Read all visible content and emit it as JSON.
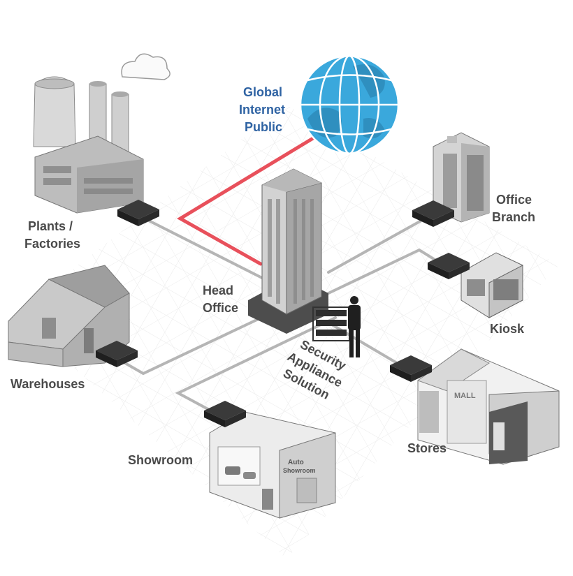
{
  "colors": {
    "label_dark": "#4a4a4a",
    "label_blue": "#2f63a3",
    "internet_link": "#e8505b",
    "network_link": "#b5b5b5",
    "globe_blue": "#3aa8dc",
    "globe_land": "#2f8fbf"
  },
  "labels": {
    "global_internet": [
      "Global",
      "Internet",
      "Public"
    ],
    "plants": [
      "Plants /",
      "Factories"
    ],
    "office_branch": [
      "Office",
      "Branch"
    ],
    "head_office": [
      "Head",
      "Office"
    ],
    "kiosk": "Kiosk",
    "warehouses": "Warehouses",
    "security": [
      "Security",
      "Appliance",
      "Solution"
    ],
    "stores": "Stores",
    "showroom": "Showroom"
  },
  "signage": {
    "mall": "MALL",
    "auto_showroom": [
      "Auto",
      "Showroom"
    ]
  },
  "icons": [
    "cloud-icon",
    "globe-icon",
    "router-icon",
    "person-icon"
  ]
}
